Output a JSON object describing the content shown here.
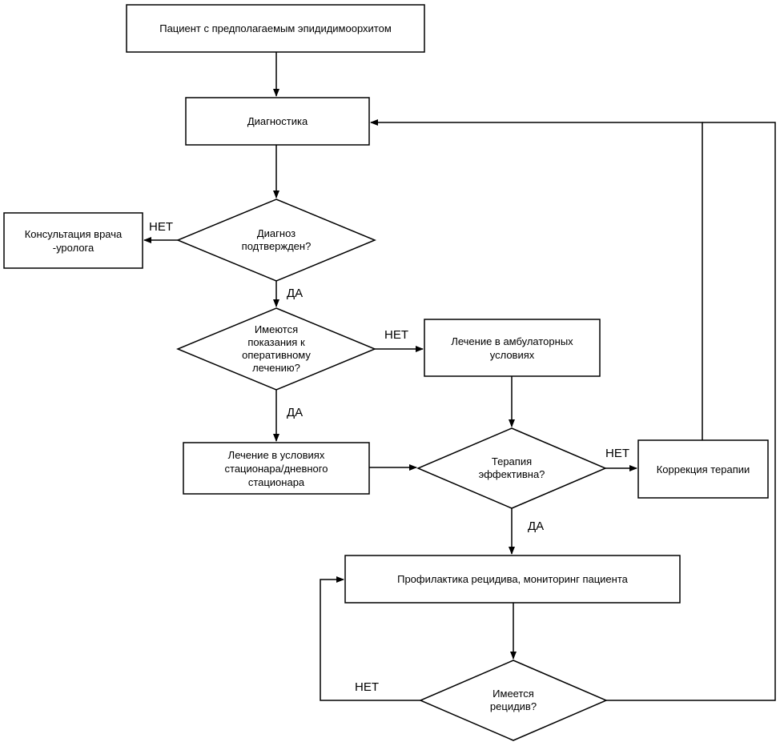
{
  "nodes": {
    "start": "Пациент с предполагаемым эпидидимоорхитом",
    "diagnostics": "Диагностика",
    "diagnosis_confirmed": "Диагноз подтвержден?",
    "consult_urologist": "Консультация врача -уролога",
    "surgery_indications": "Имеются показания к оперативному лечению?",
    "outpatient": "Лечение в амбулаторных условиях",
    "inpatient": "Лечение в условиях стационара/дневного стационара",
    "therapy_effective": "Терапия эффективна?",
    "therapy_correction": "Коррекция терапии",
    "prevention": "Профилактика рецидива, мониторинг пациента",
    "relapse": "Имеется рецидив?"
  },
  "labels": {
    "no_consult": "НЕТ",
    "yes_confirmed": "ДА",
    "no_surgery": "НЕТ",
    "yes_surgery": "ДА",
    "no_effective": "НЕТ",
    "yes_effective": "ДА",
    "no_relapse": "НЕТ"
  }
}
